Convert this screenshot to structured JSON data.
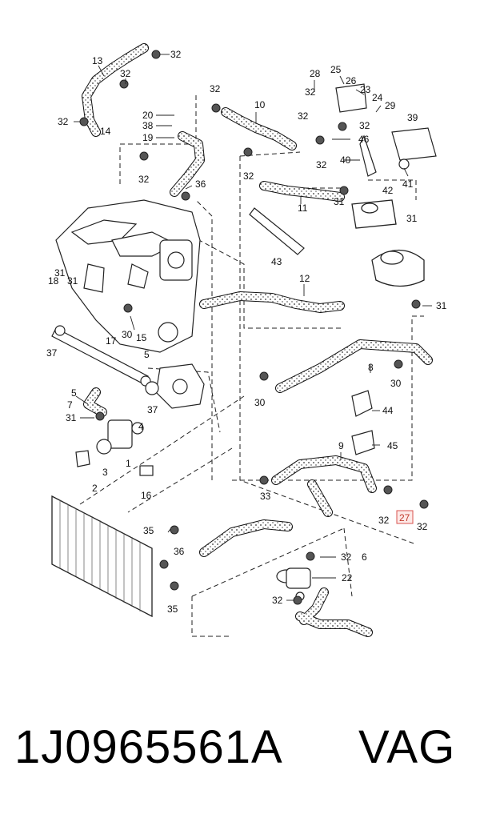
{
  "caption": {
    "part_number": "1J0965561A",
    "brand": "VAG"
  },
  "highlight_color": "#d9534f",
  "callouts": [
    {
      "id": "c13",
      "text": "13"
    },
    {
      "id": "c32a",
      "text": "32"
    },
    {
      "id": "c32b",
      "text": "32"
    },
    {
      "id": "c14",
      "text": "14"
    },
    {
      "id": "c32c",
      "text": "32"
    },
    {
      "id": "c20",
      "text": "20"
    },
    {
      "id": "c38",
      "text": "38"
    },
    {
      "id": "c19",
      "text": "19"
    },
    {
      "id": "c32d",
      "text": "32"
    },
    {
      "id": "c36a",
      "text": "36"
    },
    {
      "id": "c32e",
      "text": "32"
    },
    {
      "id": "c10",
      "text": "10"
    },
    {
      "id": "c32f",
      "text": "32"
    },
    {
      "id": "c11",
      "text": "11"
    },
    {
      "id": "c28",
      "text": "28"
    },
    {
      "id": "c25",
      "text": "25"
    },
    {
      "id": "c26",
      "text": "26"
    },
    {
      "id": "c23",
      "text": "23"
    },
    {
      "id": "c32g",
      "text": "32"
    },
    {
      "id": "c24",
      "text": "24"
    },
    {
      "id": "c29",
      "text": "29"
    },
    {
      "id": "c32h",
      "text": "32"
    },
    {
      "id": "c32i",
      "text": "32"
    },
    {
      "id": "c46",
      "text": "46"
    },
    {
      "id": "c39",
      "text": "39"
    },
    {
      "id": "c32j",
      "text": "32"
    },
    {
      "id": "c40",
      "text": "40"
    },
    {
      "id": "c41",
      "text": "41"
    },
    {
      "id": "c31a",
      "text": "31"
    },
    {
      "id": "c42",
      "text": "42"
    },
    {
      "id": "c31b",
      "text": "31"
    },
    {
      "id": "c43",
      "text": "43"
    },
    {
      "id": "c31c",
      "text": "31"
    },
    {
      "id": "c18",
      "text": "18"
    },
    {
      "id": "c31d",
      "text": "31"
    },
    {
      "id": "c12",
      "text": "12"
    },
    {
      "id": "c31e",
      "text": "31"
    },
    {
      "id": "c37a",
      "text": "37"
    },
    {
      "id": "c30a",
      "text": "30"
    },
    {
      "id": "c17",
      "text": "17"
    },
    {
      "id": "c15",
      "text": "15"
    },
    {
      "id": "c5a",
      "text": "5"
    },
    {
      "id": "c8",
      "text": "8"
    },
    {
      "id": "c30b",
      "text": "30"
    },
    {
      "id": "c5b",
      "text": "5"
    },
    {
      "id": "c30c",
      "text": "30"
    },
    {
      "id": "c37b",
      "text": "37"
    },
    {
      "id": "c7",
      "text": "7"
    },
    {
      "id": "c44",
      "text": "44"
    },
    {
      "id": "c31f",
      "text": "31"
    },
    {
      "id": "c4",
      "text": "4"
    },
    {
      "id": "c9",
      "text": "9"
    },
    {
      "id": "c45",
      "text": "45"
    },
    {
      "id": "c3",
      "text": "3"
    },
    {
      "id": "c1",
      "text": "1"
    },
    {
      "id": "c2",
      "text": "2"
    },
    {
      "id": "c16",
      "text": "16"
    },
    {
      "id": "c33",
      "text": "33"
    },
    {
      "id": "c32k",
      "text": "32"
    },
    {
      "id": "c27",
      "text": "27"
    },
    {
      "id": "c32l",
      "text": "32"
    },
    {
      "id": "c35a",
      "text": "35"
    },
    {
      "id": "c36b",
      "text": "36"
    },
    {
      "id": "c32m",
      "text": "32"
    },
    {
      "id": "c6",
      "text": "6"
    },
    {
      "id": "c22",
      "text": "22"
    },
    {
      "id": "c32n",
      "text": "32"
    },
    {
      "id": "c35b",
      "text": "35"
    }
  ]
}
